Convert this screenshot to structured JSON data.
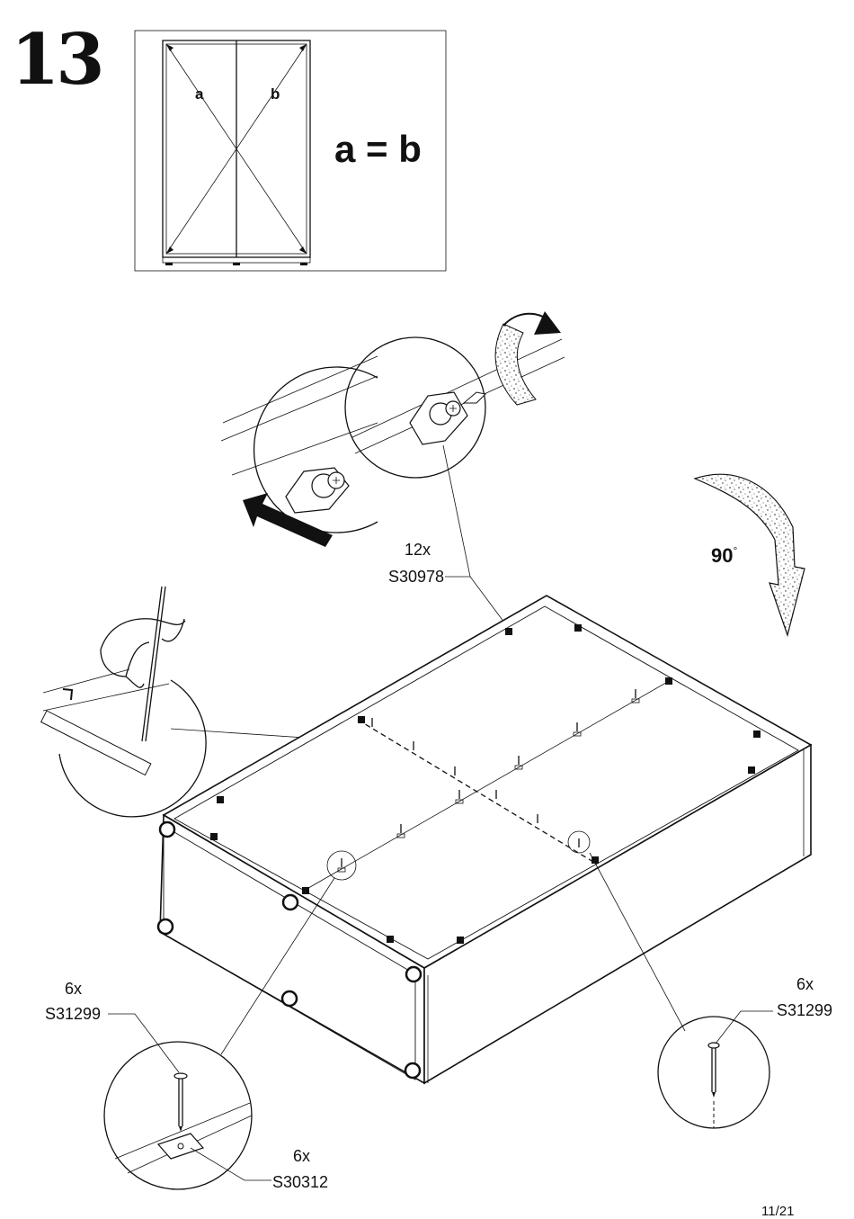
{
  "step": {
    "number": "13"
  },
  "square_check": {
    "label_a": "a",
    "label_b": "b",
    "equation": "a = b"
  },
  "rotation": {
    "angle": "90",
    "degree_symbol": "°"
  },
  "parts": {
    "bracket": {
      "qty": "12x",
      "code": "S30978"
    },
    "nail_left": {
      "qty": "6x",
      "code": "S31299"
    },
    "nail_right": {
      "qty": "6x",
      "code": "S31299"
    },
    "plate": {
      "qty": "6x",
      "code": "S30312"
    }
  },
  "page": {
    "number": "11/21"
  },
  "icons": [
    "arrow-icon",
    "curved-arrow-icon",
    "screw-icon",
    "nail-icon",
    "hand-pencil-icon"
  ]
}
